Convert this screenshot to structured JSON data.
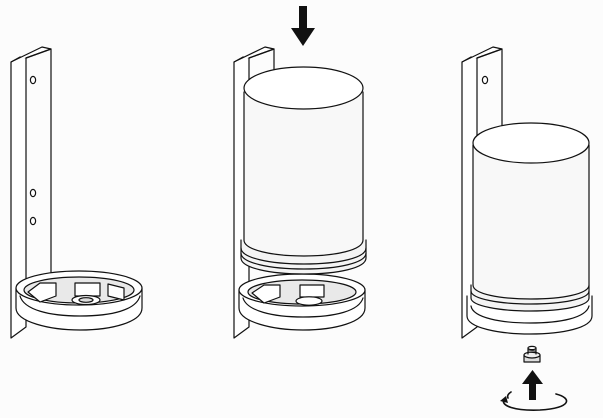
{
  "figure": {
    "steps": [
      {
        "id": "step-1",
        "icons": [
          "wall-bracket-icon",
          "base-holder-icon"
        ]
      },
      {
        "id": "step-2",
        "icons": [
          "wall-bracket-icon",
          "base-holder-icon",
          "cylinder-icon",
          "down-arrow-icon"
        ]
      },
      {
        "id": "step-3",
        "icons": [
          "wall-bracket-icon",
          "cylinder-icon",
          "screw-icon",
          "up-arrow-icon",
          "rotate-arrow-icon"
        ]
      }
    ],
    "colors": {
      "background": "#fcfcfc",
      "line": "#111111",
      "cylinder_shade": "#f2f2f2",
      "holder_shade": "#e6e6e6"
    }
  }
}
